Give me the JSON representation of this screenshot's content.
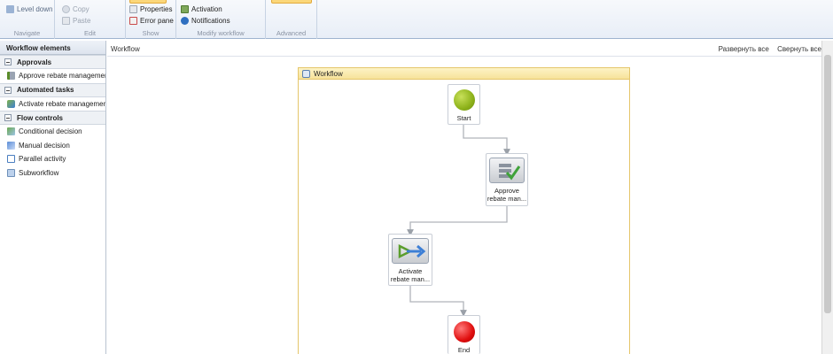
{
  "ribbon": {
    "navigate": {
      "level_down": "Level down",
      "group_label": "Navigate"
    },
    "edit": {
      "copy": "Copy",
      "paste": "Paste",
      "group_label": "Edit"
    },
    "show": {
      "properties": "Properties",
      "error_pane": "Error pane",
      "group_label": "Show"
    },
    "modify": {
      "activation": "Activation",
      "notifications": "Notifications",
      "group_label": "Modify workflow"
    },
    "advanced": {
      "group_label": "Advanced"
    }
  },
  "left_pane": {
    "title": "Workflow elements",
    "categories": [
      {
        "label": "Approvals",
        "items": [
          "Approve rebate management"
        ]
      },
      {
        "label": "Automated tasks",
        "items": [
          "Activate rebate management d"
        ]
      },
      {
        "label": "Flow controls",
        "items": [
          "Conditional decision",
          "Manual decision",
          "Parallel activity",
          "Subworkflow"
        ]
      }
    ]
  },
  "canvas": {
    "breadcrumb": "Workflow",
    "expand_all": "Развернуть все",
    "collapse_all": "Свернуть все",
    "workflow_title": "Workflow",
    "nodes": {
      "start": "Start",
      "approve_l1": "Approve",
      "approve_l2": "rebate man...",
      "activate_l1": "Activate",
      "activate_l2": "rebate man...",
      "end": "End"
    }
  },
  "colors": {
    "start": "#8db21a",
    "end": "#e00e0e",
    "workflow_header": "#f7e29a",
    "ribbon_highlight": "#fbd77a"
  }
}
